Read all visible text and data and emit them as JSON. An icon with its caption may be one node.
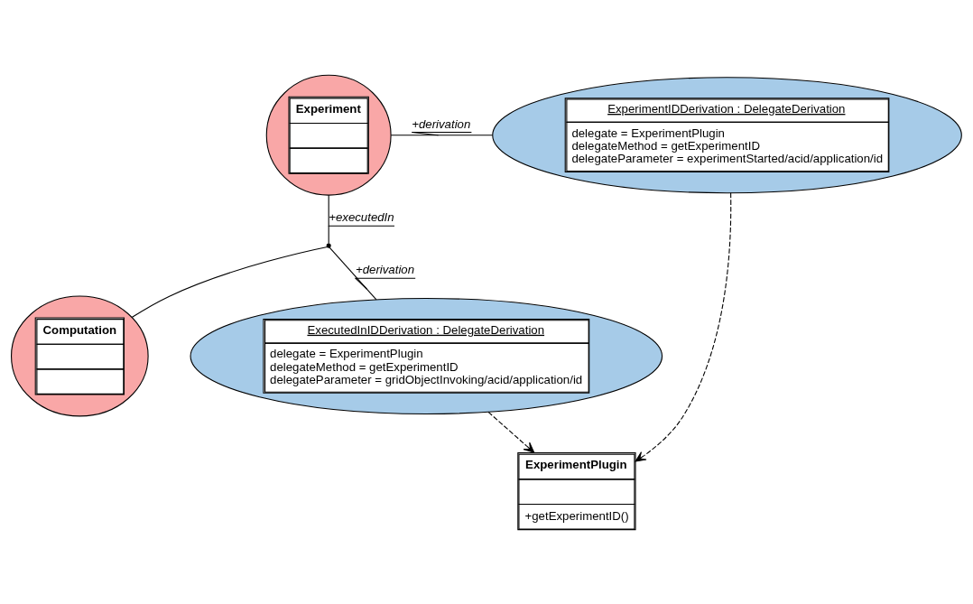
{
  "diagram": {
    "nodes": [
      {
        "text": [
          "Experiment"
        ]
      },
      {
        "text": [
          "ExperimentIDDerivation : DelegateDerivation",
          "delegate = ExperimentPlugin",
          "delegateMethod = getExperimentID",
          "delegateParameter = experimentStarted/acid/application/id"
        ]
      },
      {
        "text": [
          "ExperimentPlugin",
          "+getExperimentID()"
        ]
      },
      {
        "text": [],
        "shape": "point"
      },
      {
        "text": [
          "Computation"
        ]
      },
      {
        "text": [
          "ExecutedInIDDerivation : DelegateDerivation",
          "delegate = ExperimentPlugin",
          "delegateMethod = getExperimentID",
          "delegateParameter = gridObjectInvoking/acid/application/id"
        ]
      }
    ],
    "edges": [
      {
        "from": 0,
        "to": 1,
        "arrow": "none",
        "label": "+derivation"
      },
      {
        "from": 0,
        "to": 3,
        "arrow": "none",
        "label": "+executedIn"
      },
      {
        "from": 3,
        "to": 4,
        "arrow": "none"
      },
      {
        "from": 3,
        "to": 5,
        "arrow": "none",
        "label": "+derivation"
      },
      {
        "from": 1,
        "to": 2,
        "arrow": "to",
        "style": "dashed"
      },
      {
        "from": 5,
        "to": 2,
        "arrow": "to",
        "style": "dashed"
      }
    ]
  }
}
